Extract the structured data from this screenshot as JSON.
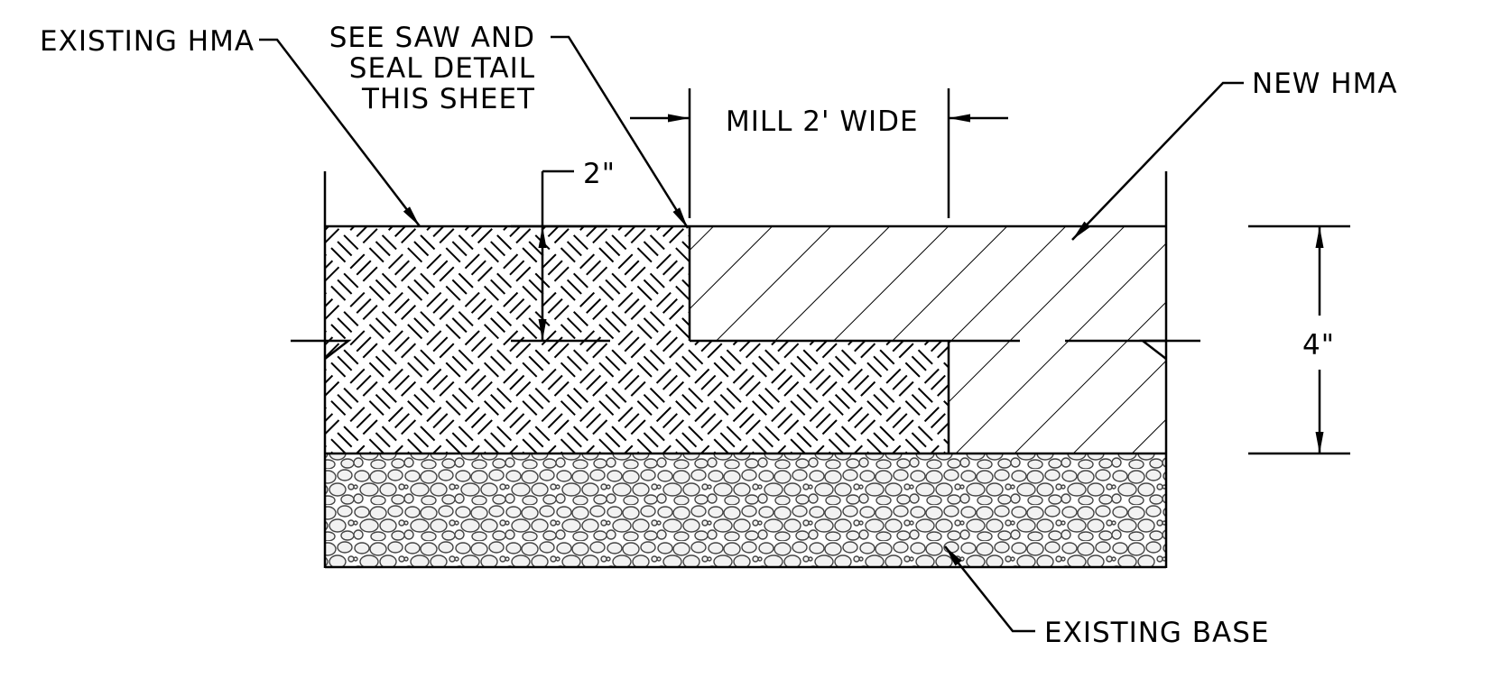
{
  "labels": {
    "existing_hma": "EXISTING HMA",
    "saw_seal_line1": "SEE SAW AND",
    "saw_seal_line2": "SEAL DETAIL",
    "saw_seal_line3": "THIS SHEET",
    "mill_width": "MILL 2' WIDE",
    "mill_depth": "2\"",
    "new_hma": "NEW HMA",
    "total_depth": "4\"",
    "existing_base": "EXISTING BASE"
  }
}
